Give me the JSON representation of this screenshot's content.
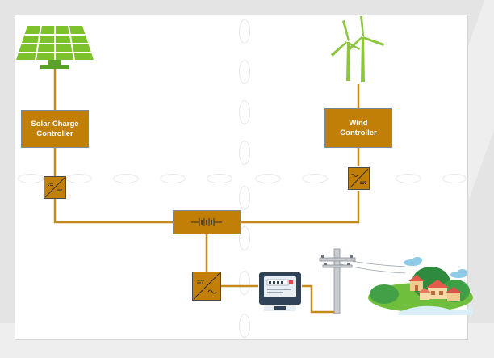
{
  "solar_controller": {
    "line1": "Solar Charge",
    "line2": "Controller"
  },
  "wind_controller": {
    "line1": "Wind",
    "line2": "Controller"
  },
  "colors": {
    "box_fill": "#c17f08",
    "wire": "#c6891d",
    "solar_green": "#7dc22b",
    "turbine_green": "#8cc63f",
    "meter_body": "#2f4258"
  },
  "icons": [
    "solar-panel-icon",
    "wind-turbine-icon",
    "dc-dc-converter-icon",
    "ac-dc-converter-icon",
    "battery-bank-icon",
    "inverter-icon",
    "energy-meter-icon",
    "utility-pole-icon",
    "village-houses-icon"
  ]
}
